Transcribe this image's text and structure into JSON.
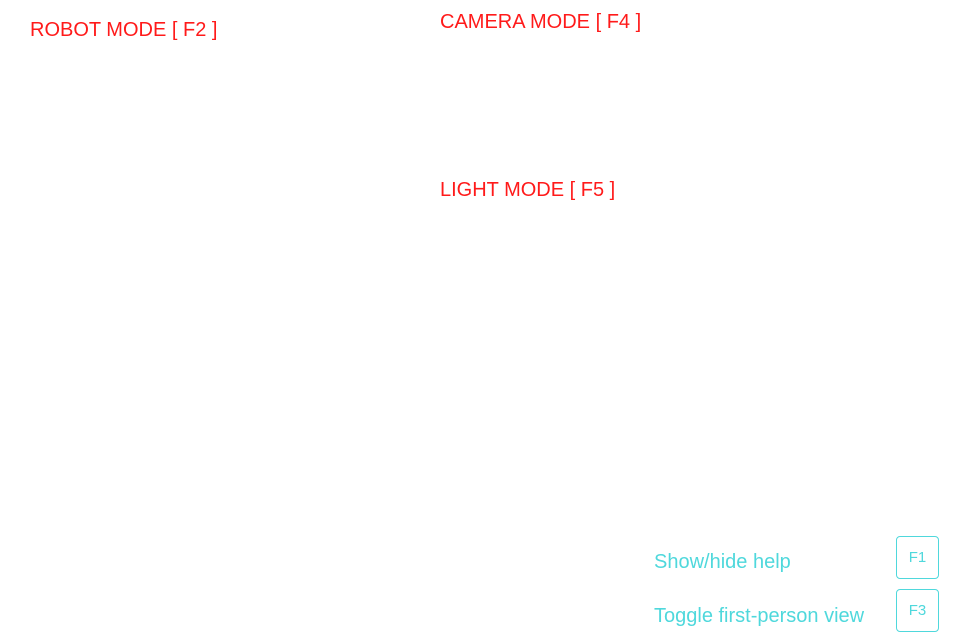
{
  "colors": {
    "mode_label": "#ff1a1a",
    "help_accent": "#4fd8dc",
    "background": "#ffffff"
  },
  "modes": {
    "robot": "ROBOT MODE [ F2 ]",
    "camera": "CAMERA MODE [ F4 ]",
    "light": "LIGHT MODE [ F5 ]"
  },
  "help": {
    "items": [
      {
        "text": "Show/hide help",
        "key": "F1"
      },
      {
        "text": "Toggle first-person view",
        "key": "F3"
      }
    ]
  }
}
